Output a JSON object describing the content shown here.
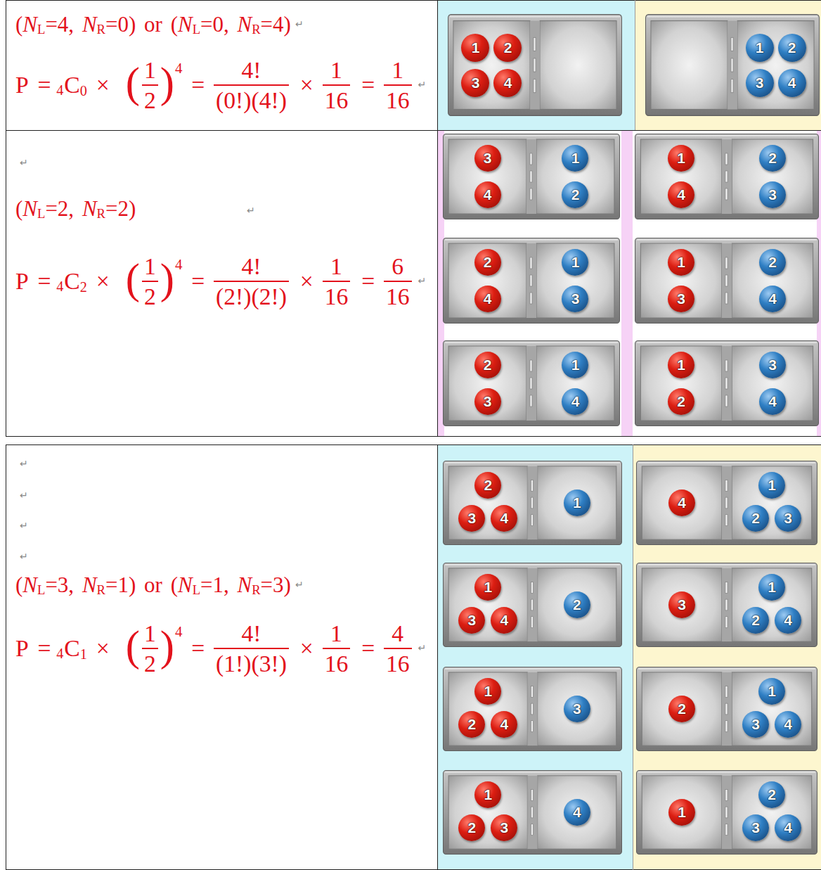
{
  "diagram": {
    "nodes": [
      {
        "text": [
          "1"
        ]
      },
      {
        "text": [
          "2"
        ]
      },
      {
        "text": [
          "3"
        ]
      },
      {
        "text": [
          "4"
        ]
      },
      {
        "text": [
          "1"
        ]
      },
      {
        "text": [
          "2"
        ]
      },
      {
        "text": [
          "3"
        ]
      },
      {
        "text": [
          "4"
        ]
      },
      {
        "text": [
          "3"
        ]
      },
      {
        "text": [
          "4"
        ]
      },
      {
        "text": [
          "1"
        ]
      },
      {
        "text": [
          "2"
        ]
      },
      {
        "text": [
          "1"
        ]
      },
      {
        "text": [
          "4"
        ]
      },
      {
        "text": [
          "2"
        ]
      },
      {
        "text": [
          "3"
        ]
      },
      {
        "text": [
          "2"
        ]
      },
      {
        "text": [
          "4"
        ]
      },
      {
        "text": [
          "1"
        ]
      },
      {
        "text": [
          "3"
        ]
      },
      {
        "text": [
          "1"
        ]
      },
      {
        "text": [
          "3"
        ]
      },
      {
        "text": [
          "2"
        ]
      },
      {
        "text": [
          "4"
        ]
      },
      {
        "text": [
          "2"
        ]
      },
      {
        "text": [
          "3"
        ]
      },
      {
        "text": [
          "1"
        ]
      },
      {
        "text": [
          "4"
        ]
      },
      {
        "text": [
          "1"
        ]
      },
      {
        "text": [
          "2"
        ]
      },
      {
        "text": [
          "3"
        ]
      },
      {
        "text": [
          "4"
        ]
      },
      {
        "text": [
          "2"
        ]
      },
      {
        "text": [
          "3"
        ]
      },
      {
        "text": [
          "4"
        ]
      },
      {
        "text": [
          "1"
        ]
      },
      {
        "text": [
          "4"
        ]
      },
      {
        "text": [
          "1"
        ]
      },
      {
        "text": [
          "2"
        ]
      },
      {
        "text": [
          "3"
        ]
      },
      {
        "text": [
          "1"
        ]
      },
      {
        "text": [
          "3"
        ]
      },
      {
        "text": [
          "4"
        ]
      },
      {
        "text": [
          "2"
        ]
      },
      {
        "text": [
          "3"
        ]
      },
      {
        "text": [
          "1"
        ]
      },
      {
        "text": [
          "2"
        ]
      },
      {
        "text": [
          "4"
        ]
      },
      {
        "text": [
          "1"
        ]
      },
      {
        "text": [
          "2"
        ]
      },
      {
        "text": [
          "4"
        ]
      },
      {
        "text": [
          "3"
        ]
      },
      {
        "text": [
          "2"
        ]
      },
      {
        "text": [
          "1"
        ]
      },
      {
        "text": [
          "3"
        ]
      },
      {
        "text": [
          "4"
        ]
      },
      {
        "text": [
          "1"
        ]
      },
      {
        "text": [
          "2"
        ]
      },
      {
        "text": [
          "3"
        ]
      },
      {
        "text": [
          "4"
        ]
      },
      {
        "text": [
          "1"
        ]
      },
      {
        "text": [
          "2"
        ]
      },
      {
        "text": [
          "3"
        ]
      },
      {
        "text": [
          "4"
        ]
      }
    ],
    "labels": [
      "(",
      "N",
      "L",
      "=4,",
      "N",
      "R",
      "=0)",
      "or",
      "(",
      "N",
      "L",
      "=0,",
      "N",
      "R",
      "=4)",
      "↵",
      "P",
      "=",
      "4",
      "C",
      "0",
      "×",
      "(",
      "1",
      "2",
      ")",
      "4",
      "=",
      "4!",
      "(0!)(4!)",
      "×",
      "1",
      "16",
      "=",
      "1",
      "16",
      "↵",
      "↵",
      "(",
      "N",
      "L",
      "=2,",
      "N",
      "R",
      "=2)",
      "↵",
      "P",
      "=",
      "4",
      "C",
      "2",
      "×",
      "(",
      "1",
      "2",
      ")",
      "4",
      "=",
      "4!",
      "(2!)(2!)",
      "×",
      "1",
      "16",
      "=",
      "6",
      "16",
      "↵",
      "↵",
      "↵",
      "↵",
      "↵",
      "(",
      "N",
      "L",
      "=3,",
      "N",
      "R",
      "=1)",
      "or",
      "(",
      "N",
      "L",
      "=1,",
      "N",
      "R",
      "=3)",
      "↵",
      "P",
      "=",
      "4",
      "C",
      "1",
      "×",
      "(",
      "1",
      "2",
      ")",
      "4",
      "=",
      "4!",
      "(1!)(3!)",
      "×",
      "1",
      "16",
      "=",
      "4",
      "16",
      "↵"
    ]
  }
}
